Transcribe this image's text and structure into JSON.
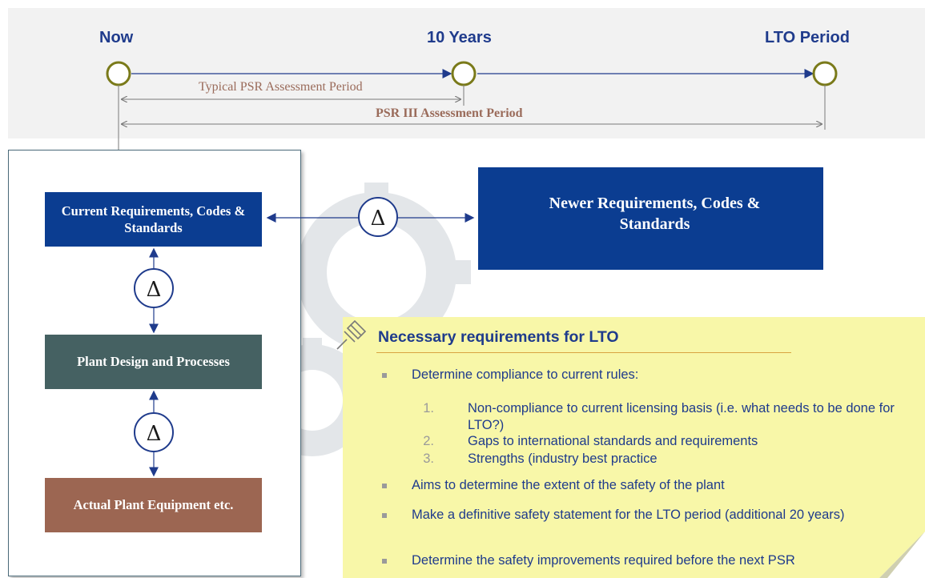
{
  "timeline": {
    "now_label": "Now",
    "ten_years_label": "10 Years",
    "lto_label": "LTO Period",
    "typical_period_label": "Typical PSR Assessment Period",
    "psr3_period_label": "PSR III Assessment Period"
  },
  "left_panel": {
    "current_box": "Current Requirements, Codes & Standards",
    "design_box": "Plant Design and Processes",
    "equipment_box": "Actual Plant Equipment etc.",
    "delta_symbol": "Δ"
  },
  "newer_box": "Newer Requirements, Codes & Standards",
  "note": {
    "title": "Necessary requirements for LTO",
    "bullet_1": "Determine compliance to current rules:",
    "sub_items": [
      {
        "num": "1.",
        "text": "Non-compliance to current licensing basis (i.e. what needs to be done for LTO?)"
      },
      {
        "num": "2.",
        "text": "Gaps to international standards and requirements"
      },
      {
        "num": "3.",
        "text": "Strengths (industry best practice"
      }
    ],
    "bullet_2": "Aims to determine the extent of the safety of the plant",
    "bullet_3": "Make a definitive safety statement for the LTO period (additional 20 years)",
    "bullet_4": "Determine the safety improvements required before the next PSR"
  },
  "colors": {
    "navy": "#0b3d91",
    "teal": "#456162",
    "brown": "#9c6652",
    "olive": "#7a7a1a",
    "note_yellow": "#f8f7a8",
    "text_blue": "#1f3b8c"
  }
}
